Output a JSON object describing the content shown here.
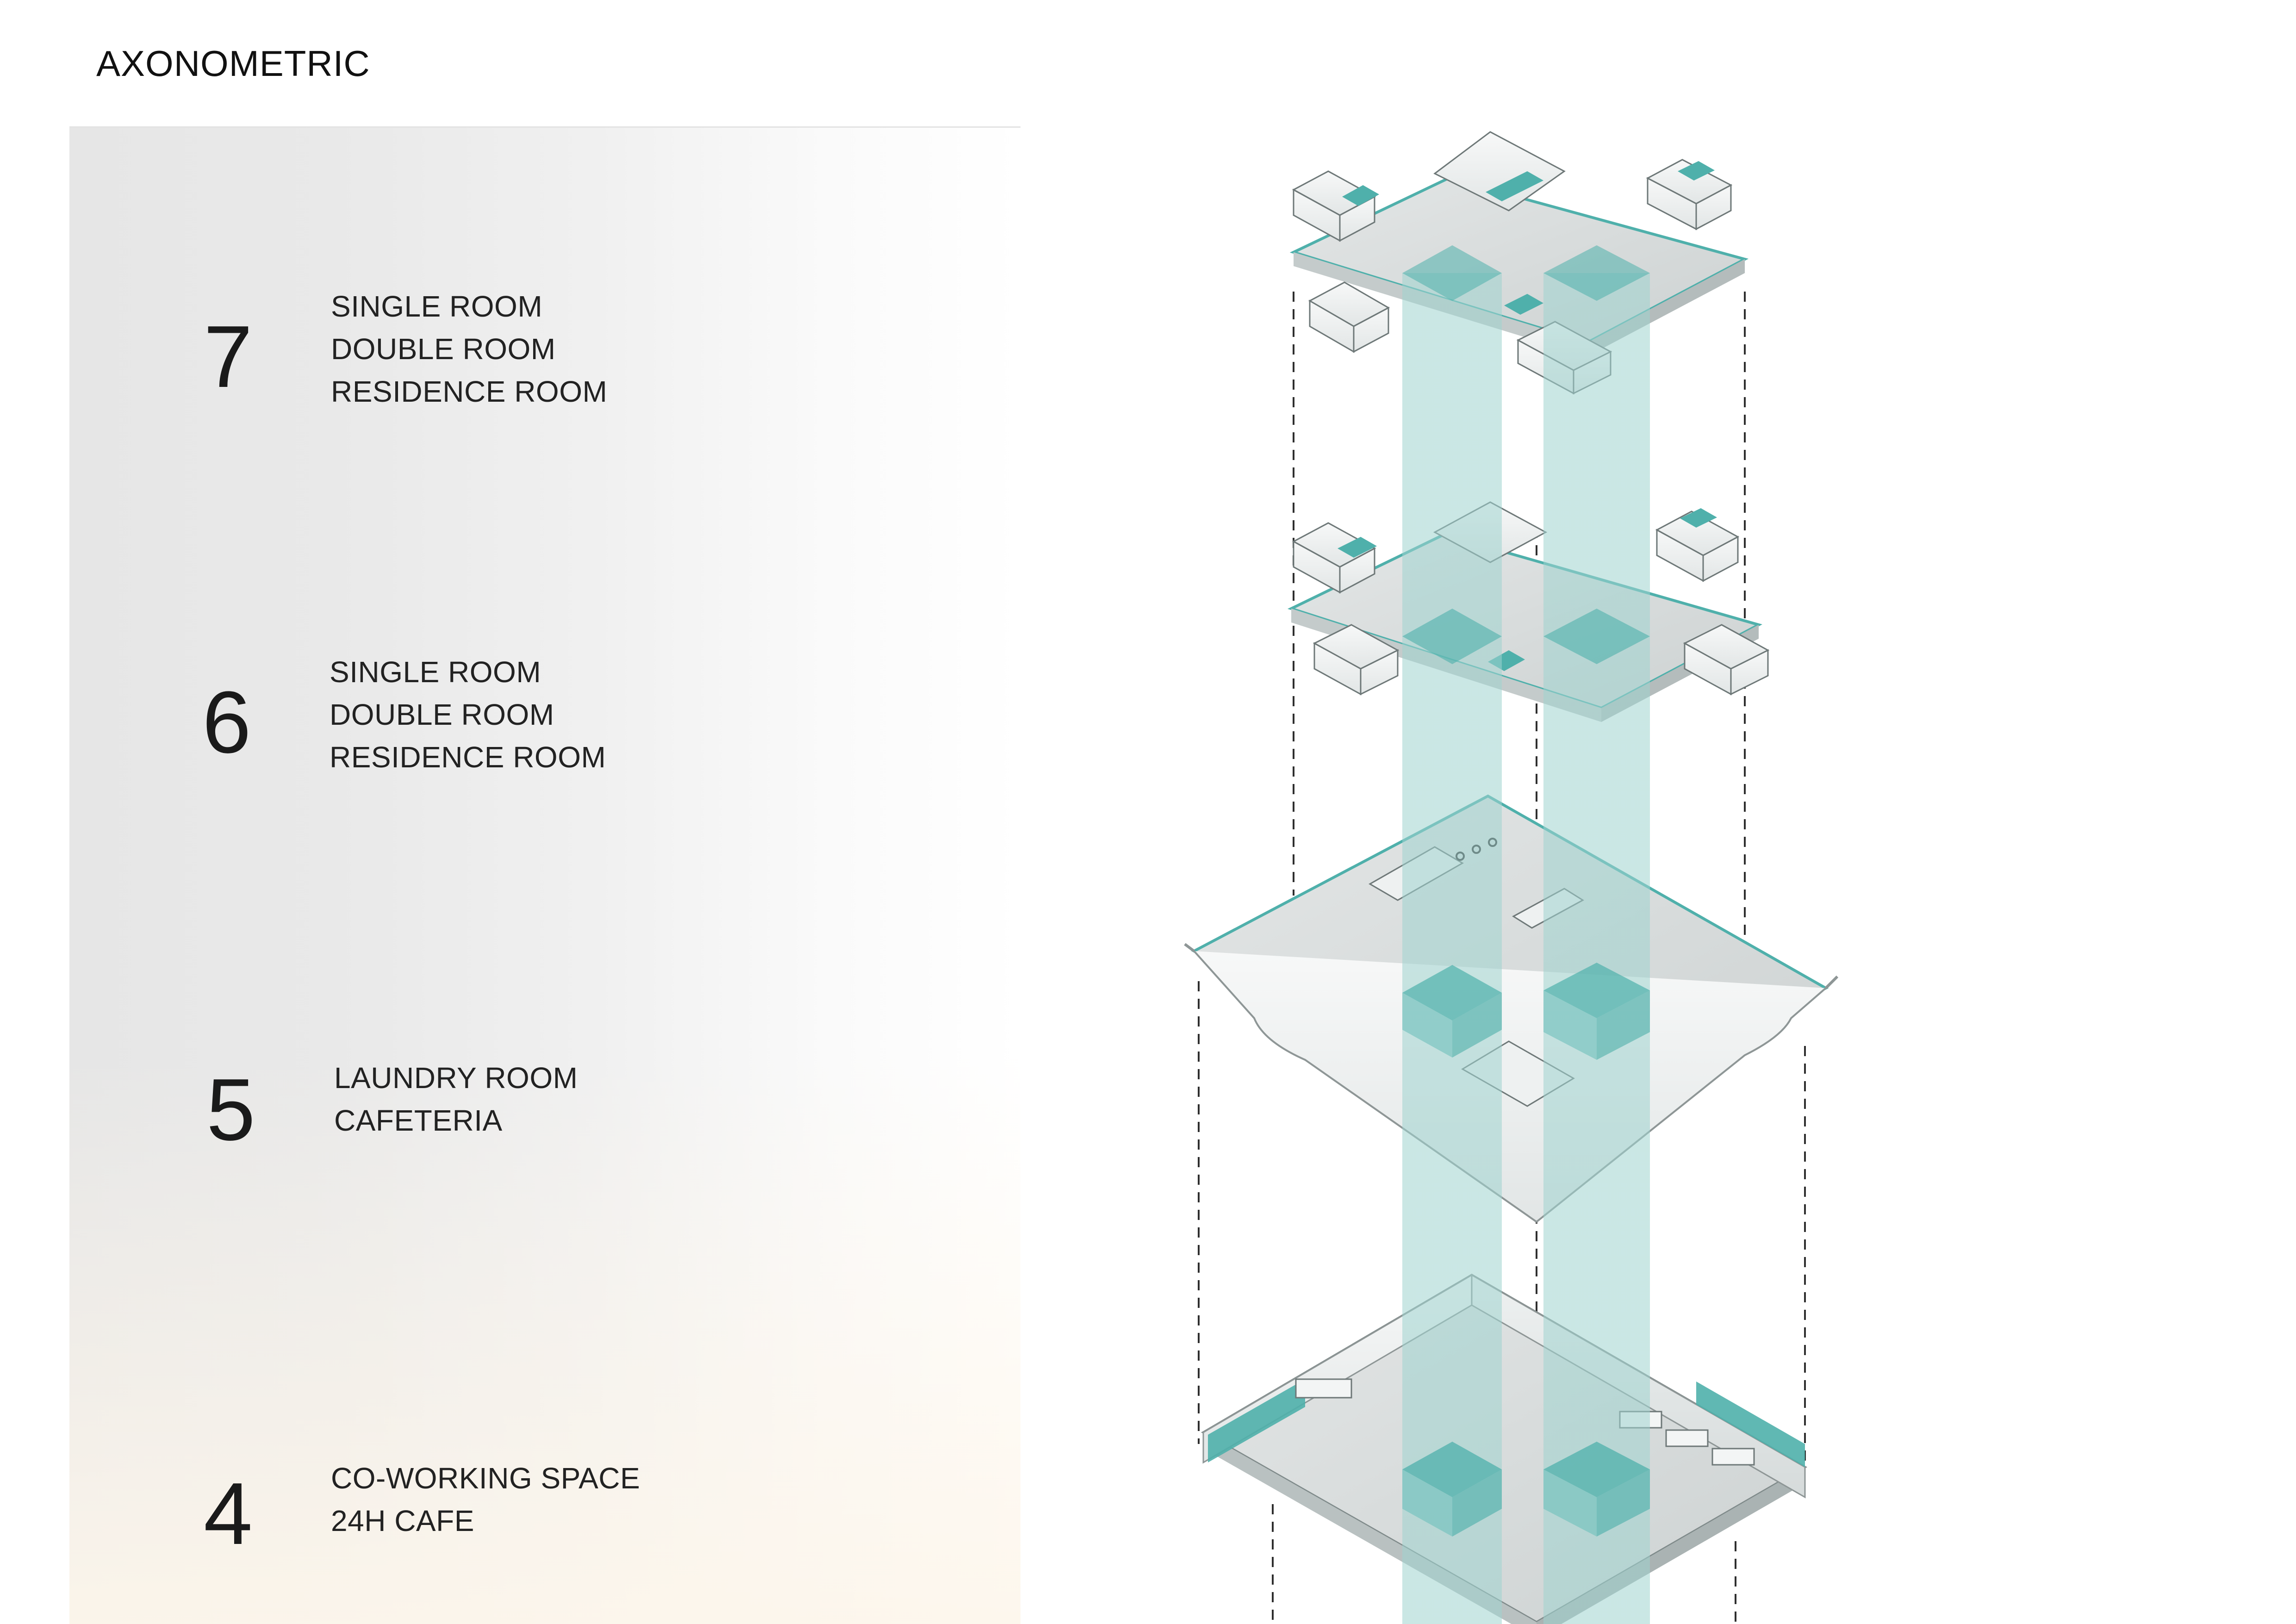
{
  "title": "AXONOMETRIC",
  "floors": [
    {
      "number": "7",
      "rooms": [
        "SINGLE ROOM",
        "DOUBLE ROOM",
        "RESIDENCE ROOM"
      ]
    },
    {
      "number": "6",
      "rooms": [
        "SINGLE ROOM",
        "DOUBLE ROOM",
        "RESIDENCE ROOM"
      ]
    },
    {
      "number": "5",
      "rooms": [
        "LAUNDRY ROOM",
        "CAFETERIA"
      ]
    },
    {
      "number": "4",
      "rooms": [
        "CO-WORKING SPACE",
        "24H CAFE"
      ]
    }
  ],
  "colors": {
    "accent_teal": "#4fb0ab",
    "accent_teal_light": "#a9d9d6",
    "floor_slab": "#d9dcdc",
    "wall": "#f4f6f6",
    "line": "#8e9696"
  }
}
